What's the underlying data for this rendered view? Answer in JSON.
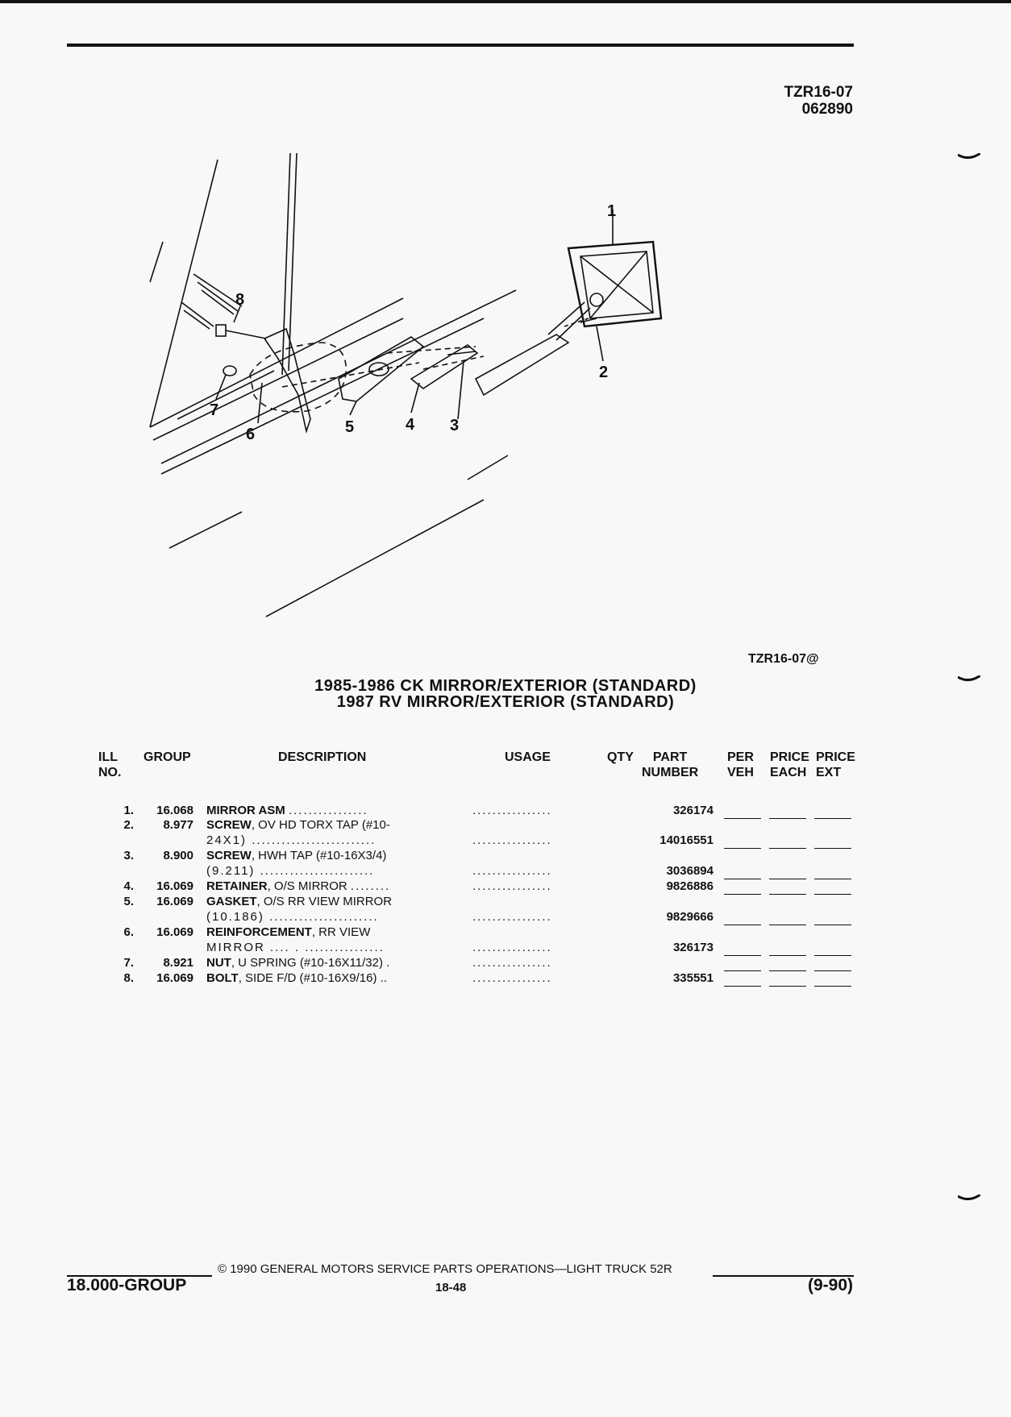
{
  "header": {
    "doc_code": "TZR16-07",
    "doc_date": "062890"
  },
  "figure": {
    "ref": "TZR16-07@",
    "callouts": [
      "1",
      "2",
      "3",
      "4",
      "5",
      "6",
      "7",
      "8"
    ]
  },
  "title": {
    "line1": "1985-1986 CK MIRROR/EXTERIOR (STANDARD)",
    "line2": "1987 RV MIRROR/EXTERIOR (STANDARD)"
  },
  "table": {
    "headers": {
      "ill_line1": "ILL",
      "ill_line2": "NO.",
      "group": "GROUP",
      "description": "DESCRIPTION",
      "usage": "USAGE",
      "qty": "QTY",
      "part_line1": "PART",
      "part_line2": "NUMBER",
      "per_line1": "PER",
      "per_line2": "VEH",
      "price_each_line1": "PRICE",
      "price_each_line2": "EACH",
      "price_ext_line1": "PRICE",
      "price_ext_line2": "EXT"
    },
    "rows": [
      {
        "ill": "1.",
        "group": "16.068",
        "desc_bold": "MIRROR ASM",
        "desc_rest": "",
        "desc_line2": "",
        "dots1": "................",
        "usage": "................",
        "part": "326174"
      },
      {
        "ill": "2.",
        "group": "8.977",
        "desc_bold": "SCREW",
        "desc_rest": ", OV HD TORX TAP (#10-",
        "desc_line2": "24X1) .........................",
        "dots1": "",
        "usage": "................",
        "part": "14016551"
      },
      {
        "ill": "3.",
        "group": "8.900",
        "desc_bold": "SCREW",
        "desc_rest": ", HWH TAP (#10-16X3/4)",
        "desc_line2": "(9.211) .......................",
        "dots1": "",
        "usage": "................",
        "part": "3036894"
      },
      {
        "ill": "4.",
        "group": "16.069",
        "desc_bold": "RETAINER",
        "desc_rest": ", O/S MIRROR",
        "desc_line2": "",
        "dots1": "........",
        "usage": "................",
        "part": "9826886"
      },
      {
        "ill": "5.",
        "group": "16.069",
        "desc_bold": "GASKET",
        "desc_rest": ", O/S RR VIEW MIRROR",
        "desc_line2": "(10.186) ......................",
        "dots1": "",
        "usage": "................",
        "part": "9829666"
      },
      {
        "ill": "6.",
        "group": "16.069",
        "desc_bold": "REINFORCEMENT",
        "desc_rest": ", RR VIEW",
        "desc_line2": "MIRROR .... . ................",
        "dots1": "",
        "usage": "................",
        "part": "326173"
      },
      {
        "ill": "7.",
        "group": "8.921",
        "desc_bold": "NUT",
        "desc_rest": ", U SPRING (#10-16X11/32) .",
        "desc_line2": "",
        "dots1": "",
        "usage": "................",
        "part": ""
      },
      {
        "ill": "8.",
        "group": "16.069",
        "desc_bold": "BOLT",
        "desc_rest": ", SIDE F/D (#10-16X9/16) ..",
        "desc_line2": "",
        "dots1": "",
        "usage": "................",
        "part": "335551"
      }
    ]
  },
  "footer": {
    "copyright": "© 1990 GENERAL MOTORS SERVICE PARTS OPERATIONS—LIGHT TRUCK 52R",
    "group_code": "18.000-GROUP",
    "page": "18-48",
    "revision": "(9-90)"
  }
}
